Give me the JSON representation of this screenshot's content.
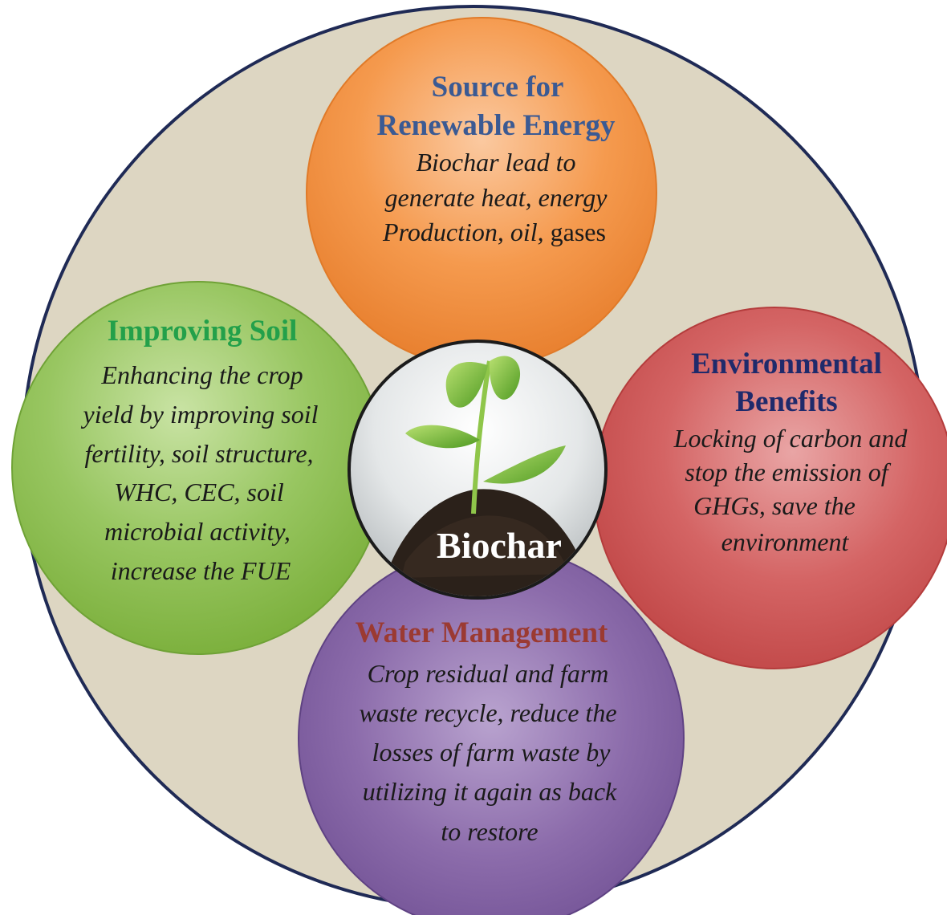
{
  "center": {
    "label": "Biochar"
  },
  "petals": {
    "energy": {
      "title_lines": [
        "Source for",
        "Renewable Energy"
      ],
      "body_lines": [
        "Biochar lead to",
        "generate heat, energy",
        "Production, oil, "
      ],
      "body_upright_tail": "gases",
      "title_color": "#3b5a93"
    },
    "soil": {
      "title_lines": [
        "Improving Soil"
      ],
      "body_lines": [
        "Enhancing the crop",
        "yield by improving soil",
        "fertility, soil structure,",
        "WHC, CEC, soil",
        "microbial activity,",
        "increase the FUE"
      ],
      "title_color": "#23a04a"
    },
    "environment": {
      "title_lines": [
        "Environmental",
        "Benefits"
      ],
      "body_lines": [
        "Locking of carbon and",
        "stop the emission of",
        "GHGs, save the",
        "environment"
      ],
      "title_color": "#1f2a6b"
    },
    "water": {
      "title_lines": [
        "Water Management"
      ],
      "body_lines": [
        "Crop residual and farm",
        "waste recycle, reduce the",
        "losses of farm waste by",
        "utilizing it again as back",
        "to restore"
      ],
      "title_color": "#9b3a32"
    }
  },
  "colors": {
    "background_disc": "#ddd6c2",
    "energy_petal": "#f39a4c",
    "soil_petal": "#8cc152",
    "environment_petal": "#cf5b5b",
    "water_petal": "#8a6aa8"
  }
}
